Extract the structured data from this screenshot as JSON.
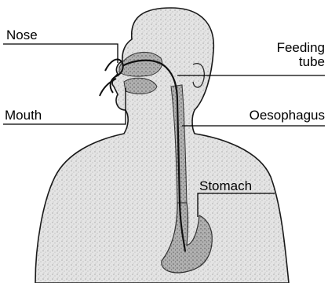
{
  "labels": {
    "nose": "Nose",
    "feeding_tube_line1": "Feeding",
    "feeding_tube_line2": "tube",
    "mouth": "Mouth",
    "oesophagus": "Oesophagus",
    "stomach": "Stomach"
  },
  "colors": {
    "background": "#ffffff",
    "body_fill": "#e6e6e6",
    "body_outline": "#1a1a1a",
    "organ_fill": "#b3b3b3",
    "tube": "#111111"
  }
}
